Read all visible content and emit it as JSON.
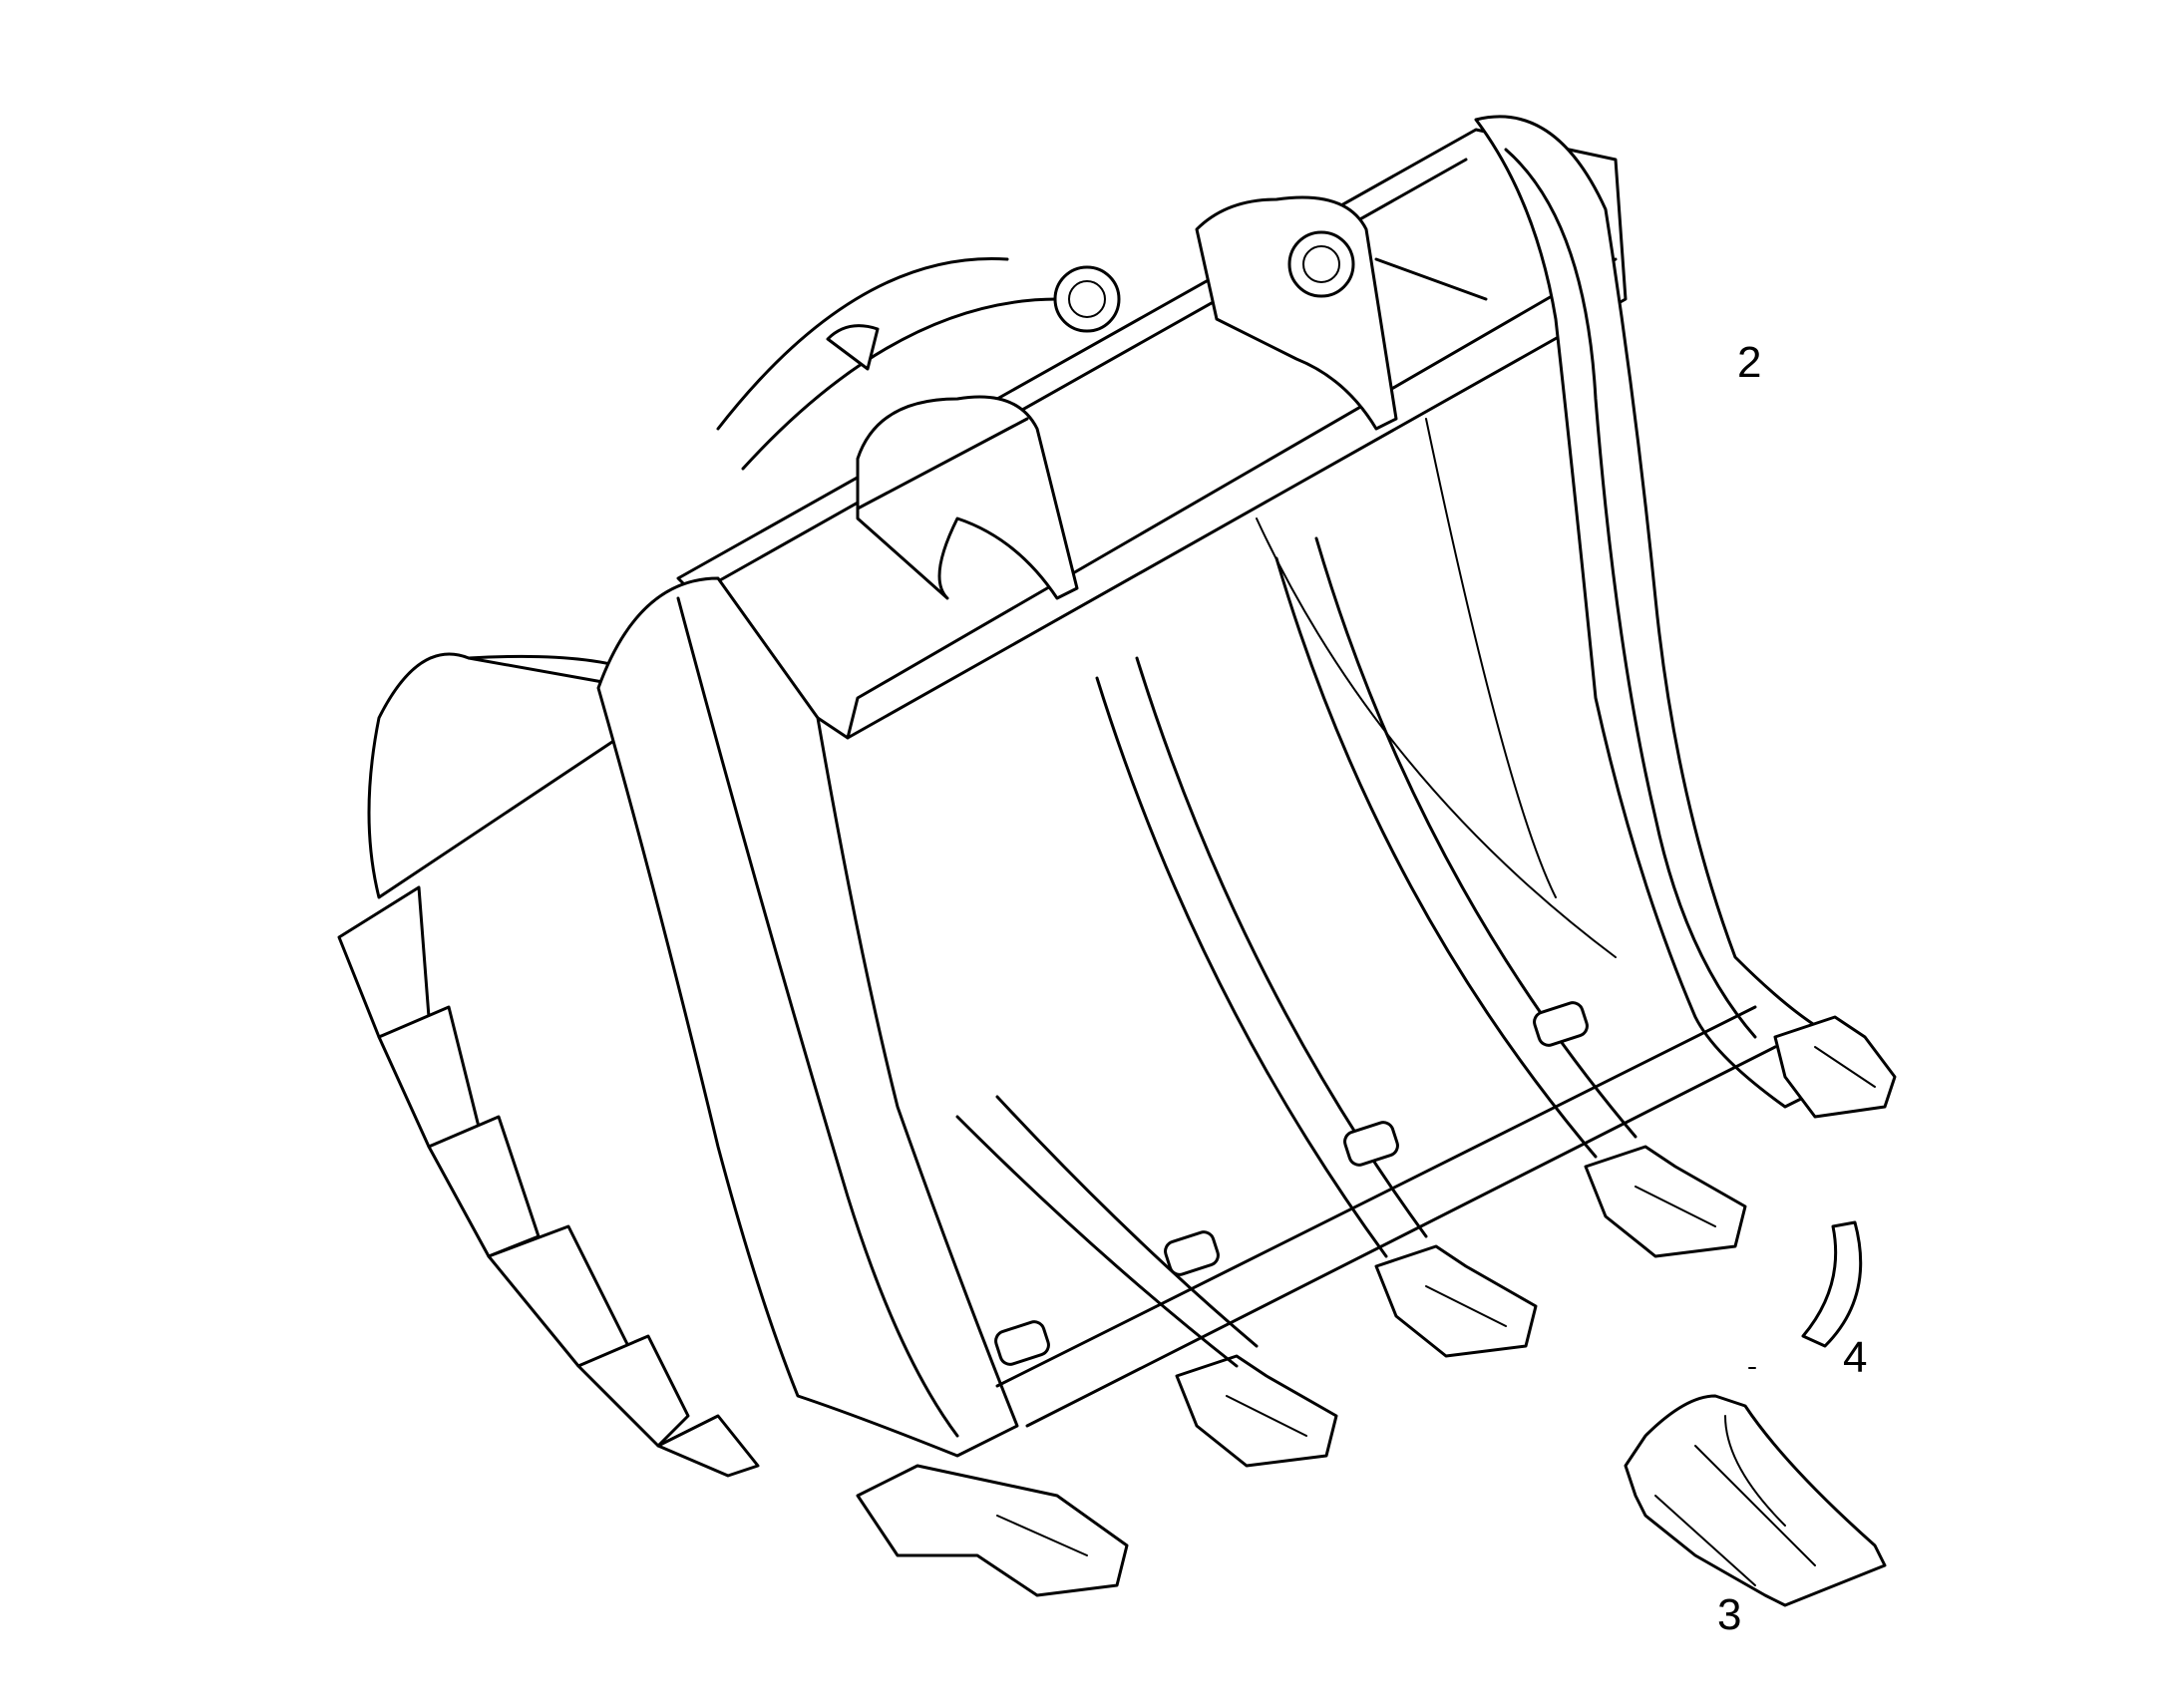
{
  "callouts": {
    "bucket_body": "2",
    "tooth_tip": "3",
    "retainer_pin": "4"
  }
}
